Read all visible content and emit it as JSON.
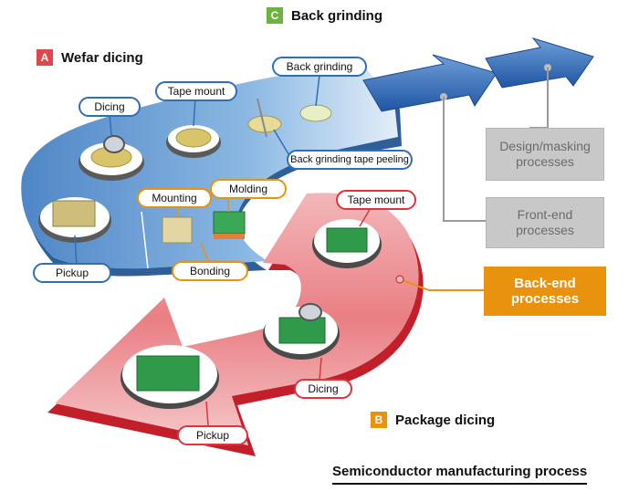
{
  "sections": {
    "c": {
      "letter": "C",
      "label": "Back grinding",
      "color": "#6cb33f"
    },
    "a": {
      "letter": "A",
      "label": "Wefar dicing",
      "color": "#e0474c"
    },
    "b": {
      "letter": "B",
      "label": "Package dicing",
      "color": "#e8920e"
    }
  },
  "wafer_steps": {
    "dicing": "Dicing",
    "tape_mount": "Tape mount",
    "back_grinding": "Back grinding",
    "tape_peeling": "Back grinding tape peeling",
    "pickup": "Pickup"
  },
  "assembly_steps": {
    "mounting": "Mounting",
    "molding": "Molding",
    "bonding": "Bonding"
  },
  "package_steps": {
    "tape_mount": "Tape mount",
    "dicing": "Dicing",
    "pickup": "Pickup"
  },
  "process_boxes": {
    "design": "Design/masking processes",
    "front_end": "Front-end processes",
    "back_end": "Back-end processes"
  },
  "title": "Semiconductor manufacturing process",
  "colors": {
    "blue_path": "#6a9fd3",
    "red_path": "#e98b8e",
    "arrow_blue": "#2e66b0",
    "gray_box": "#c8c8c8",
    "orange_box": "#e8920e"
  }
}
